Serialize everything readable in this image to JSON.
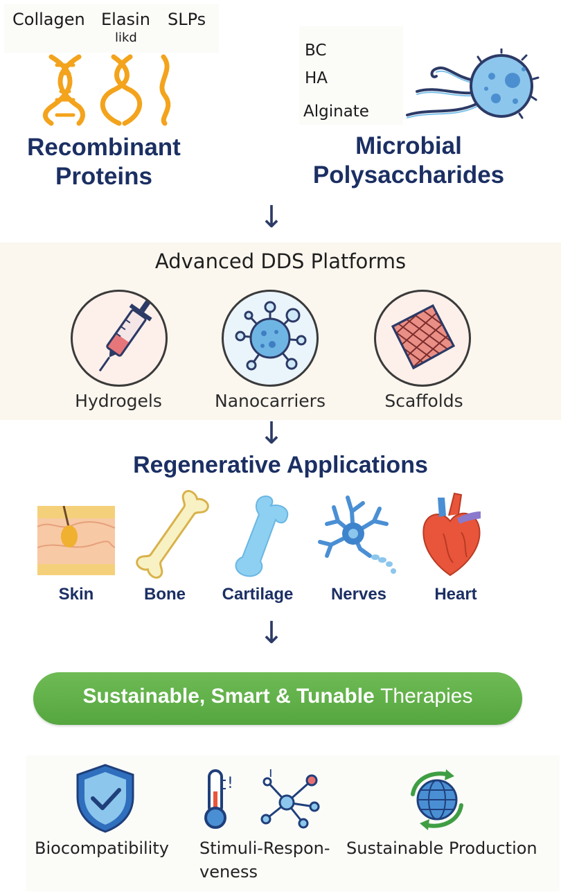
{
  "recombinant": {
    "labels": [
      "Collagen",
      "Elasin",
      "likd",
      "SLPs"
    ],
    "title": [
      "Recombinant",
      "Proteins"
    ]
  },
  "microbial": {
    "labels": [
      "BC",
      "HA",
      "Alginate"
    ],
    "title": [
      "Microbial",
      "Polysaccharides"
    ]
  },
  "arrow_glyph": "↓",
  "platforms": {
    "title": "Advanced DDS Platforms",
    "items": [
      "Hydrogels",
      "Nanocarriers",
      "Scaffolds"
    ]
  },
  "regenerative": {
    "title": "Regenerative Applications",
    "items": [
      "Skin",
      "Bone",
      "Cartilage",
      "Nerves",
      "Heart"
    ]
  },
  "therapies": {
    "bold": "Sustainable, Smart & Tunable",
    "light": "Therapies"
  },
  "features": {
    "items": [
      "Biocompatibility",
      "Stimuli-Respon-",
      "veness",
      "Sustainable Production"
    ],
    "thermo_mark": "!",
    "network_mark": "ı"
  },
  "colors": {
    "navy": "#1b2f63",
    "orange": "#f3a31c",
    "green": "#5aab44",
    "blue": "#5da9dc",
    "red": "#e8553a"
  }
}
